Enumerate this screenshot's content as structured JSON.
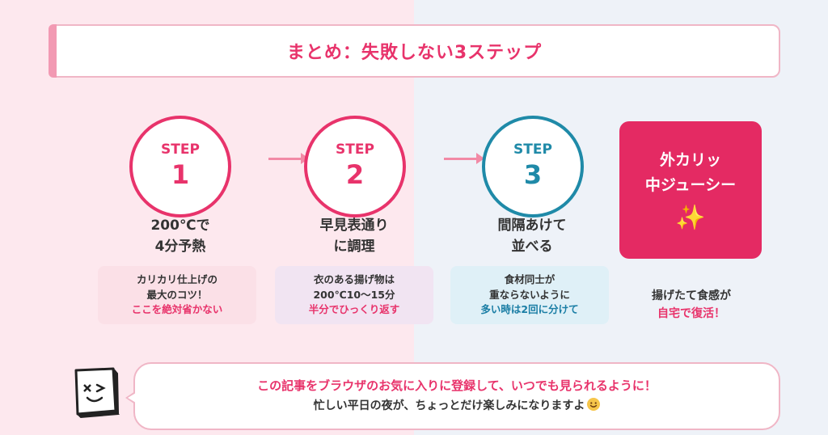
{
  "title": "まとめ：失敗しない3ステップ",
  "steps": [
    {
      "label": "STEP",
      "number": "1",
      "title_line1": "200℃で",
      "title_line2": "4分予熱",
      "note_line1": "カリカリ仕上げの",
      "note_line2": "最大のコツ！",
      "note_line3": "ここを絶対省かない",
      "note_bg": "#fbe0e7"
    },
    {
      "label": "STEP",
      "number": "2",
      "title_line1": "早見表通り",
      "title_line2": "に調理",
      "note_line1": "衣のある揚げ物は",
      "note_line2": "200℃10〜15分",
      "note_line3": "半分でひっくり返す",
      "note_bg": "#f1e4f2"
    },
    {
      "label": "STEP",
      "number": "3",
      "title_line1": "間隔あけて",
      "title_line2": "並べる",
      "note_line1": "食材同士が",
      "note_line2": "重ならないように",
      "note_line3": "多い時は2回に分けて",
      "note_bg": "#dff0f7"
    }
  ],
  "result": {
    "line1": "外カリッ",
    "line2": "中ジューシー",
    "sparkle": "✨",
    "note_line1": "揚げたて食感が",
    "note_line2": "自宅で復活！"
  },
  "bottom": {
    "line1": "この記事をブラウザのお気に入りに登録して、いつでも見られるように！",
    "line2": "忙しい平日の夜が、ちょっとだけ楽しみになりますよ"
  },
  "colors": {
    "accent_pink": "#e8336b",
    "accent_blue": "#1f8aa8",
    "bg_left": "#fde8ee",
    "bg_right": "#eef2f8"
  },
  "icons": {
    "mascot": "mascot-face-icon",
    "arrow": "arrow-right-icon",
    "smile": "smile-emoji-icon"
  }
}
